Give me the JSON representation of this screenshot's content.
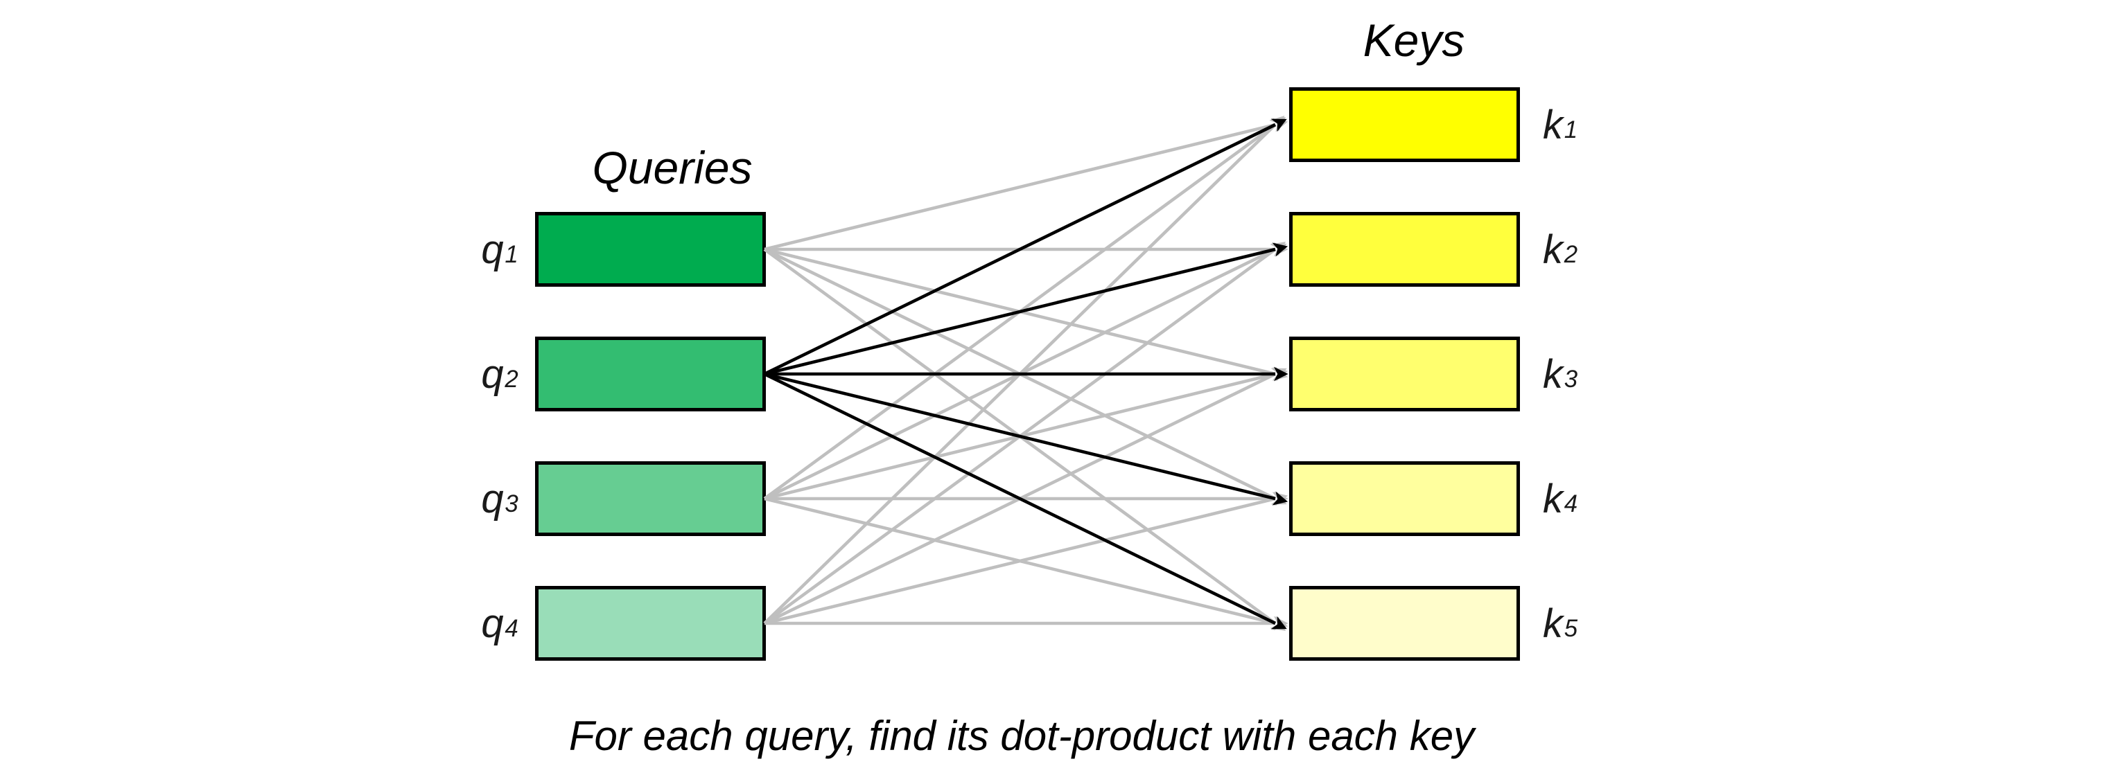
{
  "titles": {
    "queries": "Queries",
    "keys": "Keys"
  },
  "caption": "For each query, find its dot-product with each key",
  "queries": [
    {
      "id": "q1",
      "label": "q",
      "sub": "1",
      "color": "#00AC4F"
    },
    {
      "id": "q2",
      "label": "q",
      "sub": "2",
      "color": "#33BD71"
    },
    {
      "id": "q3",
      "label": "q",
      "sub": "3",
      "color": "#66CD92"
    },
    {
      "id": "q4",
      "label": "q",
      "sub": "4",
      "color": "#99DDB8"
    }
  ],
  "keys": [
    {
      "id": "k1",
      "label": "k",
      "sub": "1",
      "color": "#FFFF00"
    },
    {
      "id": "k2",
      "label": "k",
      "sub": "2",
      "color": "#FFFF3D"
    },
    {
      "id": "k3",
      "label": "k",
      "sub": "3",
      "color": "#FFFF6E"
    },
    {
      "id": "k4",
      "label": "k",
      "sub": "4",
      "color": "#FFFF9E"
    },
    {
      "id": "k5",
      "label": "k",
      "sub": "5",
      "color": "#FFFDCB"
    }
  ],
  "arrows": {
    "default_color": "#BFBFBF",
    "highlight_color": "#000000",
    "highlighted_query": "q2",
    "connections": [
      {
        "from": "q1",
        "to": "k1",
        "emphasis": false
      },
      {
        "from": "q1",
        "to": "k2",
        "emphasis": false
      },
      {
        "from": "q1",
        "to": "k3",
        "emphasis": false
      },
      {
        "from": "q1",
        "to": "k4",
        "emphasis": false
      },
      {
        "from": "q1",
        "to": "k5",
        "emphasis": false
      },
      {
        "from": "q3",
        "to": "k1",
        "emphasis": false
      },
      {
        "from": "q3",
        "to": "k2",
        "emphasis": false
      },
      {
        "from": "q3",
        "to": "k3",
        "emphasis": false
      },
      {
        "from": "q3",
        "to": "k4",
        "emphasis": false
      },
      {
        "from": "q3",
        "to": "k5",
        "emphasis": false
      },
      {
        "from": "q4",
        "to": "k1",
        "emphasis": false
      },
      {
        "from": "q4",
        "to": "k2",
        "emphasis": false
      },
      {
        "from": "q4",
        "to": "k3",
        "emphasis": false
      },
      {
        "from": "q4",
        "to": "k4",
        "emphasis": false
      },
      {
        "from": "q4",
        "to": "k5",
        "emphasis": false
      },
      {
        "from": "q2",
        "to": "k1",
        "emphasis": true
      },
      {
        "from": "q2",
        "to": "k2",
        "emphasis": true
      },
      {
        "from": "q2",
        "to": "k3",
        "emphasis": true
      },
      {
        "from": "q2",
        "to": "k4",
        "emphasis": true
      },
      {
        "from": "q2",
        "to": "k5",
        "emphasis": true
      }
    ]
  }
}
